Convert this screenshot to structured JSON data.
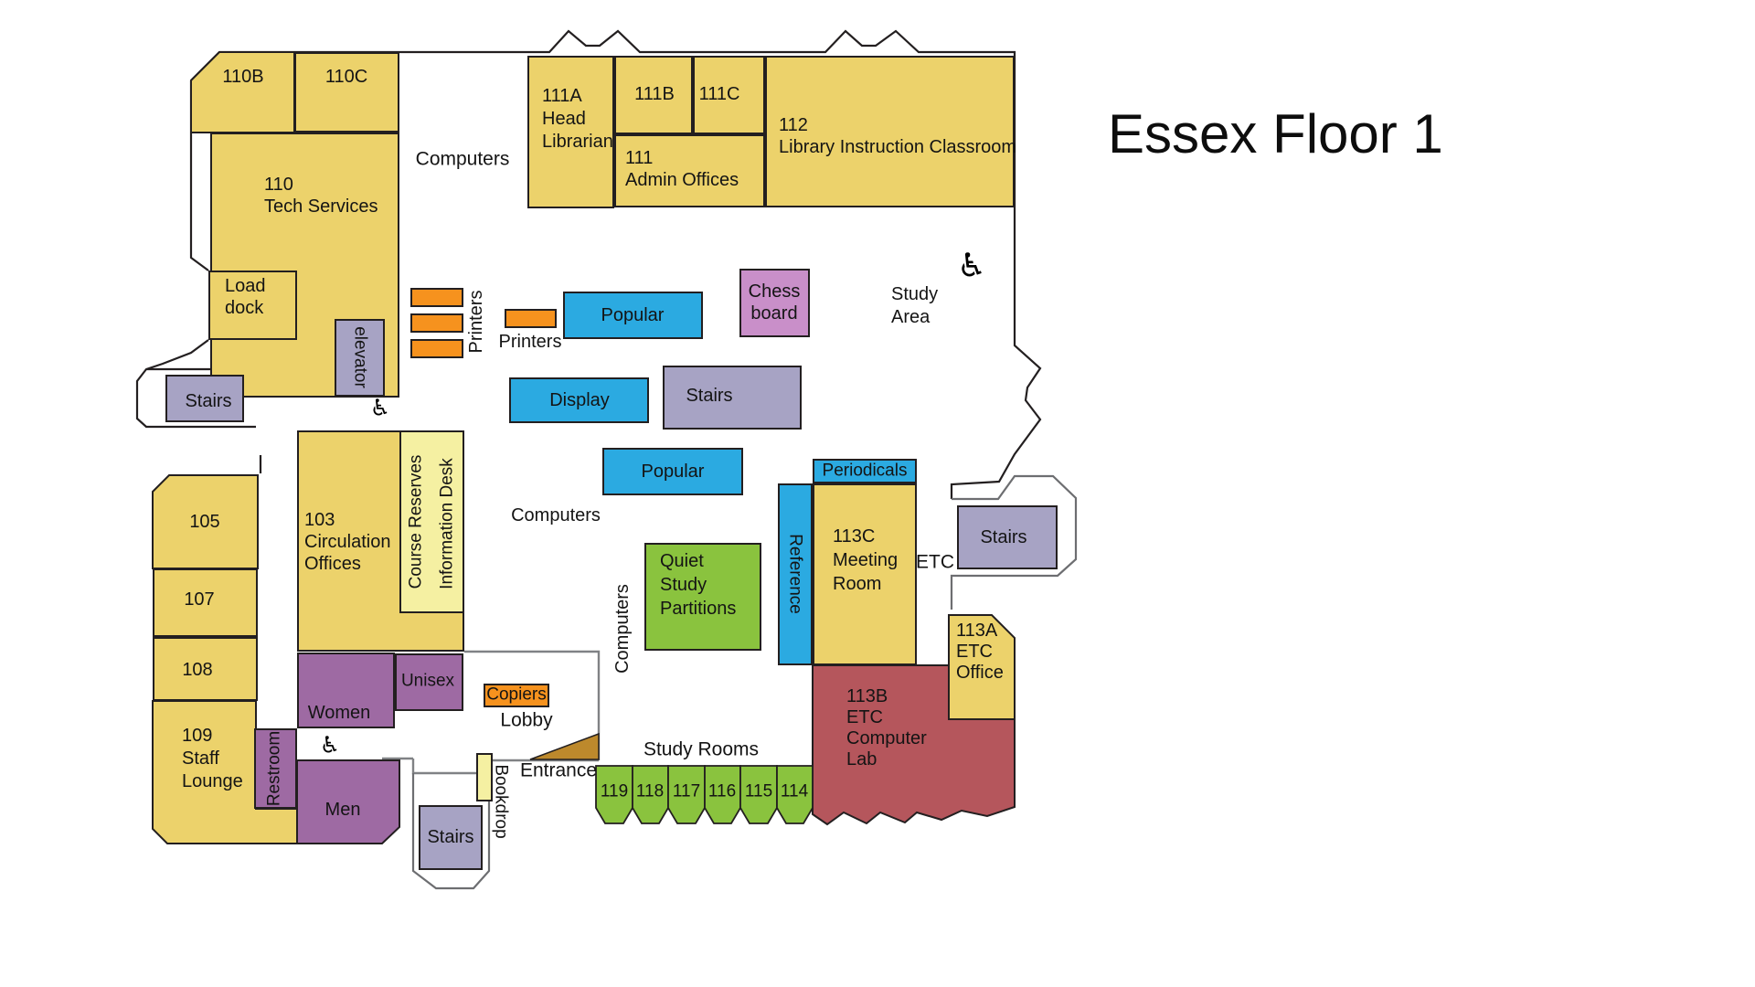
{
  "title": "Essex Floor 1",
  "palette": {
    "room_yellow": "#ECD26B",
    "pale_yellow": "#F5F0A2",
    "orange": "#F6921E",
    "blue": "#2BAAE1",
    "stairs_gray": "#A7A3C4",
    "restroom_purple": "#9E6AA3",
    "chess_pink": "#C98FC9",
    "green": "#8AC33E",
    "lab_red": "#B5565C",
    "entrance_brown": "#BD892C",
    "wall_black": "#231f20",
    "wall_gray": "#6d6e71"
  },
  "icons": {
    "wheelchair": "♿"
  },
  "rooms": {
    "r110b": "110B",
    "r110c": "110C",
    "r110": "110\nTech Services",
    "load_dock": "Load\ndock",
    "elevator": "elevator",
    "r111a": "111A\nHead\nLibrarian",
    "r111b": "111B",
    "r111c": "111C",
    "r111": "111\nAdmin Offices",
    "r112": "112\nLibrary Instruction Classroom",
    "chess": "Chess\nboard",
    "popular1": "Popular",
    "popular2": "Popular",
    "display": "Display",
    "stairs_left": "Stairs",
    "stairs_mid": "Stairs",
    "stairs_right": "Stairs",
    "stairs_bottom": "Stairs",
    "periodicals": "Periodicals",
    "reference": "Reference",
    "r113c": "113C\nMeeting\nRoom",
    "r113a": "113A\nETC\nOffice",
    "r113b": "113B\nETC\nComputer\nLab",
    "quiet": "Quiet\nStudy\nPartitions",
    "r105": "105",
    "r107": "107",
    "r108": "108",
    "r109": "109\nStaff\nLounge",
    "r103": "103\nCirculation\nOffices",
    "course_reserves": "Course Reserves",
    "information_desk": "Information Desk",
    "women": "Women",
    "unisex": "Unisex",
    "men": "Men",
    "restroom": "Restroom",
    "copiers": "Copiers",
    "bookdrop": "Bookdrop",
    "study_rooms": [
      "119",
      "118",
      "117",
      "116",
      "115",
      "114"
    ]
  },
  "labels": {
    "computers_top": "Computers",
    "computers_mid": "Computers",
    "computers_v": "Computers",
    "printers_v": "Printers",
    "printers_h": "Printers",
    "study_area": "Study\nArea",
    "etc": "ETC",
    "lobby": "Lobby",
    "entrance": "Entrance",
    "study_rooms_label": "Study Rooms"
  }
}
